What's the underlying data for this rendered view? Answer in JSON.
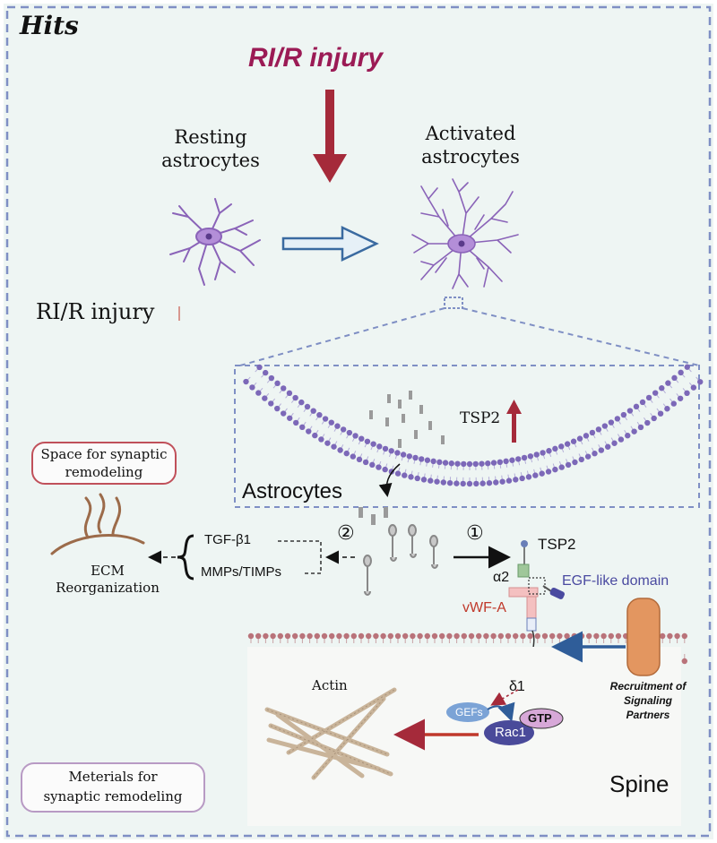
{
  "title": "Hits",
  "injury_label": "RI/R injury",
  "resting_line1": "Resting",
  "resting_line2": "astrocytes",
  "activated_line1": "Activated",
  "activated_line2": "astrocytes",
  "side_label": "RI/R injury",
  "tsp2_up": "TSP2",
  "astrocytes_label": "Astrocytes",
  "space_box_line1": "Space for synaptic",
  "space_box_line2": "remodeling",
  "ecm_line1": "ECM",
  "ecm_line2": "Reorganization",
  "tgf": "TGF-β1",
  "mmps": "MMPs/TIMPs",
  "step2": "②",
  "step1": "①",
  "tsp2_receptor": "TSP2",
  "alpha2": "α2",
  "egf": "EGF-like domain",
  "vwf": "vWF-A",
  "delta1": "δ1",
  "actin": "Actin",
  "gefs": "GEFs",
  "gtp": "GTP",
  "rac1": "Rac1",
  "recruit_line1": "Recruitment of",
  "recruit_line2": "Signaling",
  "recruit_line3": "Partners",
  "spine": "Spine",
  "materials_line1": "Meterials for",
  "materials_line2": "synaptic remodeling",
  "colors": {
    "background": "#eef5f3",
    "border": "#7f8fc4",
    "injury_text": "#9b1b55",
    "red_arrow": "#a52a3a",
    "blue_arrow_outline": "#3a6aa0",
    "astrocyte": "#8a63b8",
    "membrane_head": "#7c68b8",
    "synapse_head": "#b9737a",
    "egf_text": "#4a4aa0",
    "vwf_text": "#c0392b",
    "rac1": "#4a4a9a",
    "gtp": "#d7a8d8",
    "gefs": "#7ba3d6",
    "recruit_bar": "#e39660",
    "actin": "#c9b49a",
    "ecm": "#9c6b4a"
  }
}
